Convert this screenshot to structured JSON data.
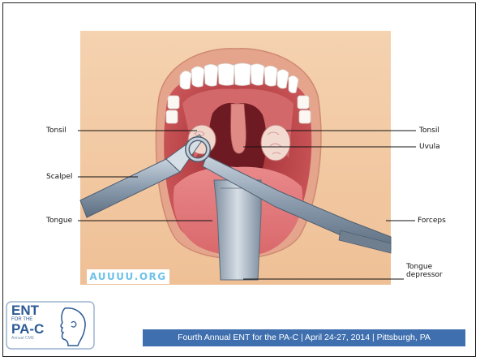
{
  "labels": {
    "tonsil_left": "Tonsil",
    "tonsil_right": "Tonsil",
    "uvula": "Uvula",
    "scalpel": "Scalpel",
    "tongue": "Tongue",
    "forceps": "Forceps",
    "tongue_depressor": "Tongue depressor"
  },
  "watermark": "AUUUU.ORG",
  "logo": {
    "line1": "ENT",
    "line2": "FOR THE",
    "line3": "PA-C",
    "tagline": "Annual CME"
  },
  "footer": "Fourth Annual ENT for the PA-C  |  April 24-27, 2014  |  Pittsburgh, PA",
  "colors": {
    "skin": "#f2c9a2",
    "lips": "#e6a08a",
    "mouth_interior": "#c44a4d",
    "tongue": "#e77f7f",
    "instrument": "#8fa0b2",
    "footer_banner": "#3f6fae",
    "logo_blue": "#2c5a94"
  }
}
